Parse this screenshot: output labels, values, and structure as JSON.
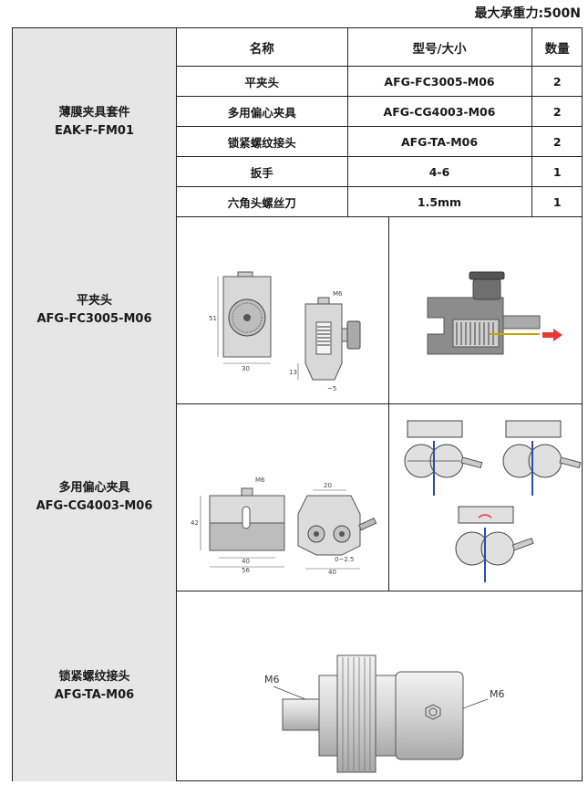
{
  "header": {
    "capacity_text": "最大承重力:500N"
  },
  "kit": {
    "name": "薄膜夹具套件",
    "model": "EAK-F-FM01",
    "table": {
      "headers": [
        "名称",
        "型号/大小",
        "数量"
      ],
      "rows": [
        {
          "name": "平夹头",
          "model": "AFG-FC3005-M06",
          "qty": "2"
        },
        {
          "name": "多用偏心夹具",
          "model": "AFG-CG4003-M06",
          "qty": "2"
        },
        {
          "name": "锁紧螺纹接头",
          "model": "AFG-TA-M06",
          "qty": "2"
        },
        {
          "name": "扳手",
          "model": "4-6",
          "qty": "1"
        },
        {
          "name": "六角头螺丝刀",
          "model": "1.5mm",
          "qty": "1"
        }
      ]
    }
  },
  "sections": [
    {
      "name": "平夹头",
      "model": "AFG-FC3005-M06",
      "dims": {
        "thread": "M6",
        "height": "51",
        "width": "30",
        "jaw": "13",
        "gap": "~5"
      }
    },
    {
      "name": "多用偏心夹具",
      "model": "AFG-CG4003-M06",
      "dims": {
        "thread": "M6",
        "height": "42",
        "inner": "40",
        "outer": "56",
        "top": "20",
        "range": "0~2.5",
        "base": "40"
      }
    },
    {
      "name": "锁紧螺纹接头",
      "model": "AFG-TA-M06",
      "dims": {
        "left_thread": "M6",
        "right_thread": "M6"
      }
    }
  ]
}
